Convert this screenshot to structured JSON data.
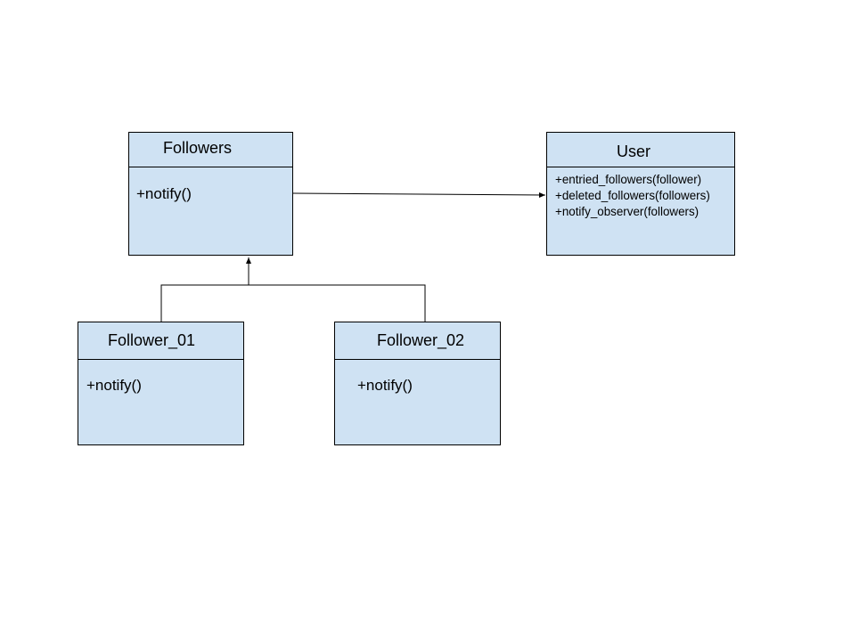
{
  "classes": {
    "followers": {
      "name": "Followers",
      "operations": [
        "+notify()"
      ]
    },
    "user": {
      "name": "User",
      "operations": [
        "+entried_followers(follower)",
        "+deleted_followers(followers)",
        "+notify_observer(followers)"
      ]
    },
    "follower_01": {
      "name": "Follower_01",
      "operations": [
        "+notify()"
      ]
    },
    "follower_02": {
      "name": "Follower_02",
      "operations": [
        "+notify()"
      ]
    }
  },
  "relations": [
    {
      "from": "Followers",
      "to": "User",
      "type": "association-arrow"
    },
    {
      "from": "Follower_01",
      "to": "Followers",
      "type": "inheritance-arrow"
    },
    {
      "from": "Follower_02",
      "to": "Followers",
      "type": "inheritance-arrow"
    }
  ],
  "colors": {
    "class_fill": "#cfe2f3",
    "stroke": "#000000",
    "background": "#ffffff"
  }
}
